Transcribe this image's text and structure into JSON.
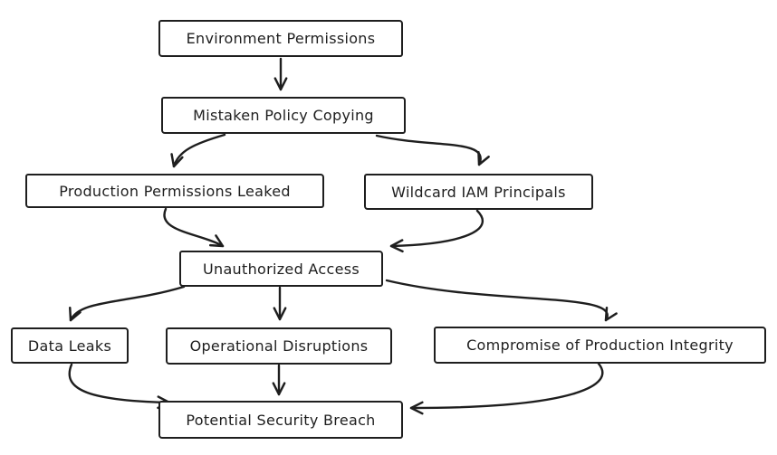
{
  "diagram": {
    "background_color": "#ffffff",
    "stroke_color": "#1e1e1e",
    "style": "hand-drawn flowchart",
    "nodes": {
      "environment_permissions": {
        "label": "Environment Permissions"
      },
      "mistaken_policy_copying": {
        "label": "Mistaken Policy Copying"
      },
      "production_permissions_leaked": {
        "label": "Production Permissions Leaked"
      },
      "wildcard_iam_principals": {
        "label": "Wildcard IAM Principals"
      },
      "unauthorized_access": {
        "label": "Unauthorized Access"
      },
      "data_leaks": {
        "label": "Data Leaks"
      },
      "operational_disruptions": {
        "label": "Operational Disruptions"
      },
      "compromise_of_production_integrity": {
        "label": "Compromise of Production Integrity"
      },
      "potential_security_breach": {
        "label": "Potential Security Breach"
      }
    },
    "edges": [
      {
        "from": "environment_permissions",
        "to": "mistaken_policy_copying"
      },
      {
        "from": "mistaken_policy_copying",
        "to": "production_permissions_leaked"
      },
      {
        "from": "mistaken_policy_copying",
        "to": "wildcard_iam_principals"
      },
      {
        "from": "production_permissions_leaked",
        "to": "unauthorized_access"
      },
      {
        "from": "wildcard_iam_principals",
        "to": "unauthorized_access"
      },
      {
        "from": "unauthorized_access",
        "to": "data_leaks"
      },
      {
        "from": "unauthorized_access",
        "to": "operational_disruptions"
      },
      {
        "from": "unauthorized_access",
        "to": "compromise_of_production_integrity"
      },
      {
        "from": "data_leaks",
        "to": "potential_security_breach"
      },
      {
        "from": "operational_disruptions",
        "to": "potential_security_breach"
      },
      {
        "from": "compromise_of_production_integrity",
        "to": "potential_security_breach"
      }
    ]
  }
}
